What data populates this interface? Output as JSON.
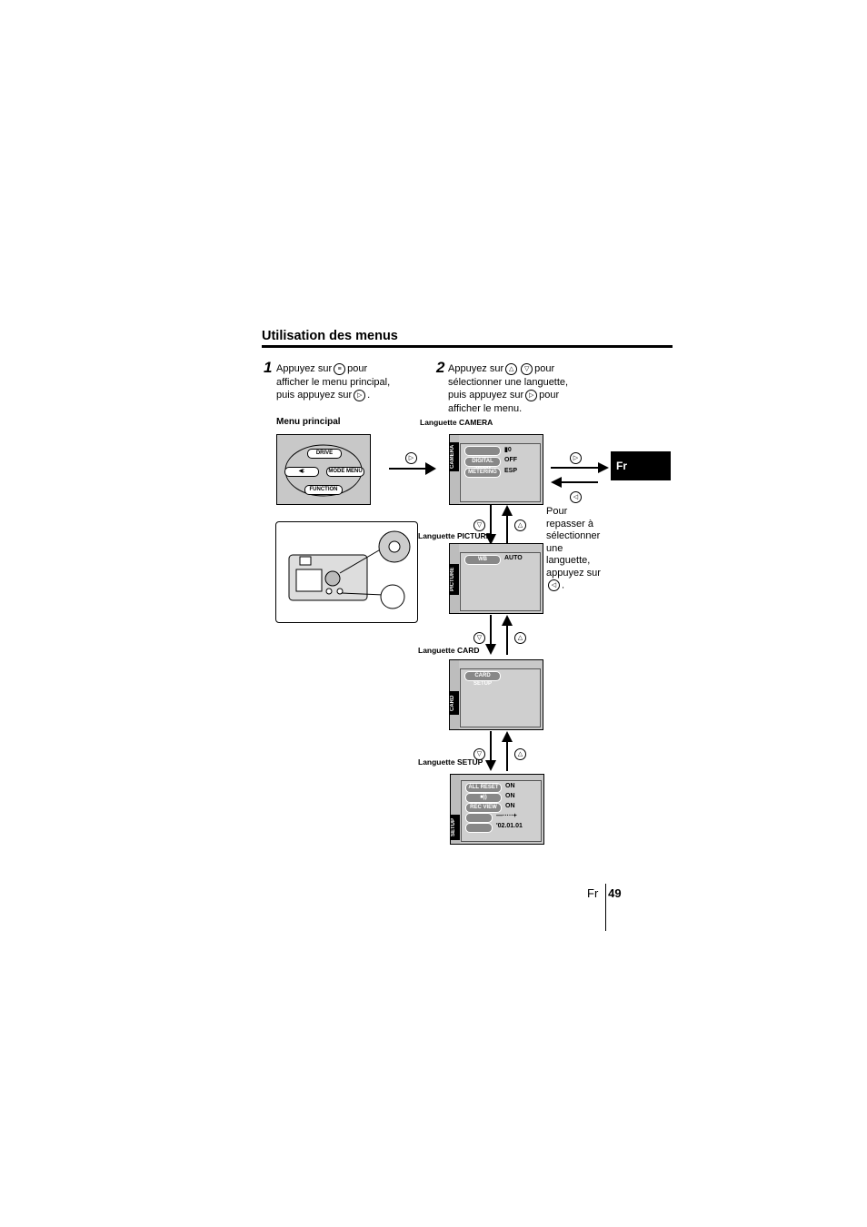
{
  "section_title": "Utilisation des menus",
  "step1": {
    "number": "1",
    "line1_a": "Appuyez sur",
    "line1_b": "pour",
    "line2": "afficher le menu principal,",
    "line3_a": "puis appuyez sur",
    "line3_b": "."
  },
  "step2": {
    "number": "2",
    "line1_a": "Appuyez sur",
    "line1_b": "pour",
    "line2": "sélectionner une languette,",
    "line3_a": "puis appuyez sur",
    "line3_b": "pour",
    "line4": "afficher le menu."
  },
  "labels": {
    "menu_principal": "Menu principal",
    "camera": "Languette CAMERA",
    "picture": "Languette PICTURE",
    "card": "Languette CARD",
    "setup": "Languette SETUP"
  },
  "return_note": [
    "Pour",
    "repasser à",
    "sélectionner",
    "une",
    "languette,",
    "appuyez sur"
  ],
  "main_menu": {
    "top": "DRIVE",
    "left": "◀:",
    "right": "MODE MENU",
    "bottom": "FUNCTION"
  },
  "tabs": {
    "camera": "CAMERA",
    "picture": "PICTURE",
    "card": "CARD",
    "setup": "SETUP"
  },
  "camera_menu": [
    {
      "label": "",
      "value": "▮0"
    },
    {
      "label": "DIGITAL ZOOM",
      "value": "OFF"
    },
    {
      "label": "METERING",
      "value": "ESP"
    }
  ],
  "picture_menu": [
    {
      "label": "WB",
      "value": "AUTO"
    }
  ],
  "card_menu": [
    {
      "label": "CARD SETUP"
    }
  ],
  "setup_menu": [
    {
      "label": "ALL RESET",
      "value": "ON"
    },
    {
      "label": "■))",
      "value": "ON"
    },
    {
      "label": "REC VIEW",
      "value": "ON"
    },
    {
      "label": "",
      "value": "—·····+"
    },
    {
      "label": "",
      "value": "'02.01.01"
    }
  ],
  "side_tab": "Fr",
  "footer": {
    "lang": "Fr",
    "page": "49"
  }
}
